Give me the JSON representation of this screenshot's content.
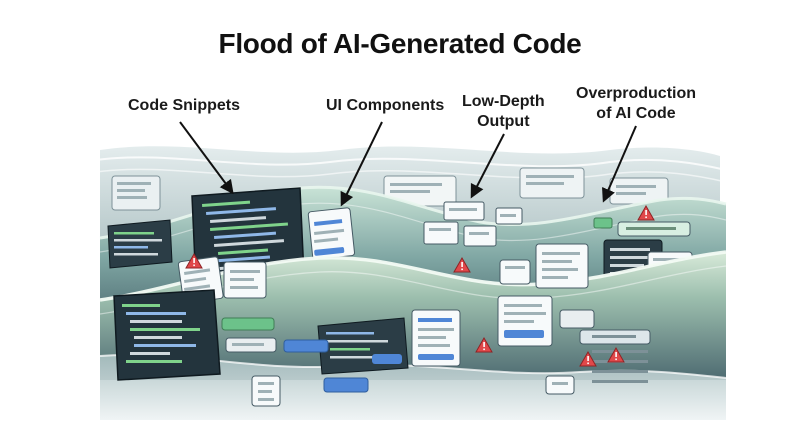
{
  "title": "Flood of AI-Generated Code",
  "labels": {
    "code_snippets": "Code Snippets",
    "ui_components": "UI Components",
    "low_depth_line1": "Low-Depth",
    "low_depth_line2": "Output",
    "overproduction_line1": "Overproduction",
    "overproduction_line2": "of AI Code"
  },
  "icons": {
    "warning": "warning-icon",
    "arrow": "arrow-icon"
  },
  "colors": {
    "wave_dark": "#5f7f86",
    "wave_mid": "#8fb0ad",
    "wave_light": "#cfe2dc",
    "code_bg": "#23343d",
    "code_green": "#7fd38b",
    "code_blue": "#8fb8e8",
    "button_green": "#6cc28a",
    "button_blue": "#4f86d6",
    "warning_red": "#e0484a"
  }
}
